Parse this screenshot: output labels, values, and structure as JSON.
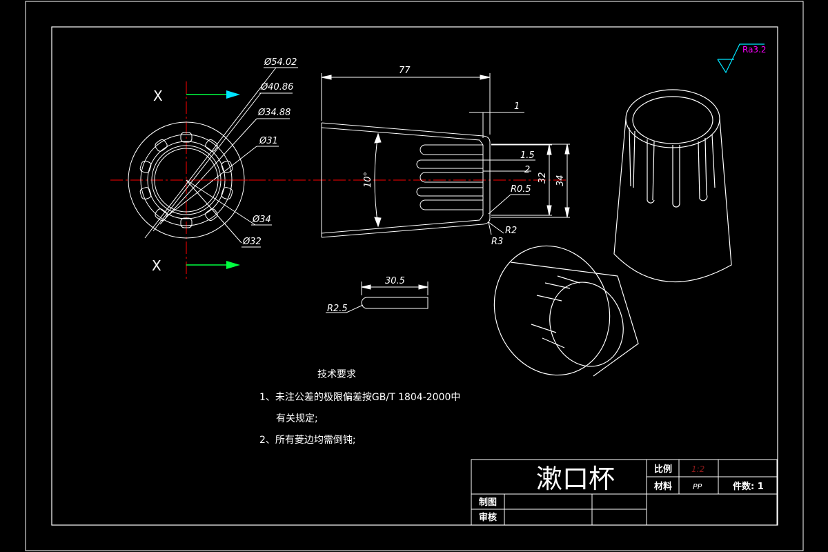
{
  "colors": {
    "background": "#000000",
    "line": "#ffffff",
    "center_line": "#ff0000",
    "arrow_cyan": "#00e5ff",
    "arrow_green": "#00ff40",
    "ratio": "#8b1a1a",
    "roughness_symbol": "#00e5ff",
    "roughness_text": "#ff00ff"
  },
  "section_marks": {
    "top": "X",
    "bottom": "X"
  },
  "left_view_dims": {
    "d1": "Ø54.02",
    "d2": "Ø40.86",
    "d3": "Ø34.88",
    "d4": "Ø31",
    "d5": "Ø34",
    "d6": "Ø32"
  },
  "side_view_dims": {
    "length": "77",
    "wall": "1",
    "slot_a": "1.5",
    "slot_b": "2",
    "height_inner": "32",
    "height_outer": "34",
    "fillet_small": "R0.5",
    "fillet_b": "R2",
    "fillet_c": "R3",
    "taper": "10°"
  },
  "slot_detail": {
    "length": "30.5",
    "radius": "R2.5"
  },
  "roughness": "Ra3.2",
  "technical_requirements": {
    "title": "技术要求",
    "line1": "1、未注公差的极限偏差按GB/T 1804-2000中",
    "line2": "有关规定;",
    "line3": "2、所有菱边均需倒钝;"
  },
  "title_block": {
    "part_name": "漱口杯",
    "scale_label": "比例",
    "scale_value": "1:2",
    "material_label": "材料",
    "material_value": "PP",
    "quantity_label": "件数: 1",
    "drawn_label": "制图",
    "checked_label": "审核"
  }
}
